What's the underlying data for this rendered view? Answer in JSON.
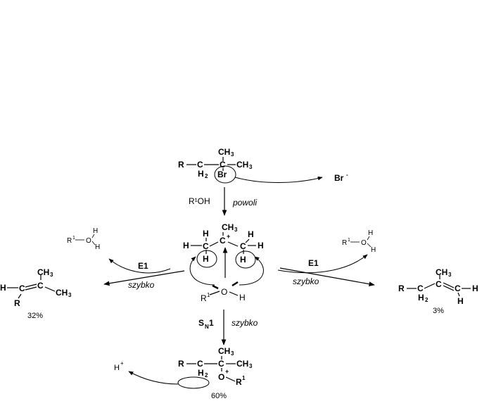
{
  "diagram": {
    "start": {
      "R": "R",
      "C1": "C",
      "H2": "H",
      "sub2": "2",
      "C2": "C",
      "CH3_top": "CH",
      "sub3a": "3",
      "CH3_right": "CH",
      "sub3b": "3",
      "Br": "Br"
    },
    "leaving": {
      "text": "Br",
      "sup": "-"
    },
    "step1": {
      "reagent": "R¹OH",
      "rate": "powoli"
    },
    "cation": {
      "C": "C",
      "plus": "+",
      "CH3": "CH",
      "sub3": "3",
      "H": "H"
    },
    "nucleophile": {
      "R": "R",
      "sup": "1",
      "O": "O",
      "H": "H"
    },
    "protonated_alcohol": {
      "R": "R",
      "sup": "1",
      "O": "O",
      "H": "H"
    },
    "left": {
      "mech": "E1",
      "rate": "szybko",
      "percent": "32%",
      "H": "H",
      "C": "C",
      "R": "R",
      "CH3": "CH",
      "sub3": "3"
    },
    "right": {
      "mech": "E1",
      "rate": "szybko",
      "percent": "3%",
      "R": "R",
      "C": "C",
      "H2": "H",
      "sub2": "2",
      "CH3": "CH",
      "sub3": "3",
      "H": "H"
    },
    "bottom": {
      "mech": "S",
      "sub": "N",
      "num": "1",
      "rate": "szybko",
      "percent": "60%",
      "R": "R",
      "C": "C",
      "H2": "H",
      "sub2": "2",
      "CH3": "CH",
      "sub3": "3",
      "O": "O",
      "plus": "+",
      "R1": "R",
      "sup1": "1",
      "Hplus": "H",
      "plus2": "+"
    }
  }
}
